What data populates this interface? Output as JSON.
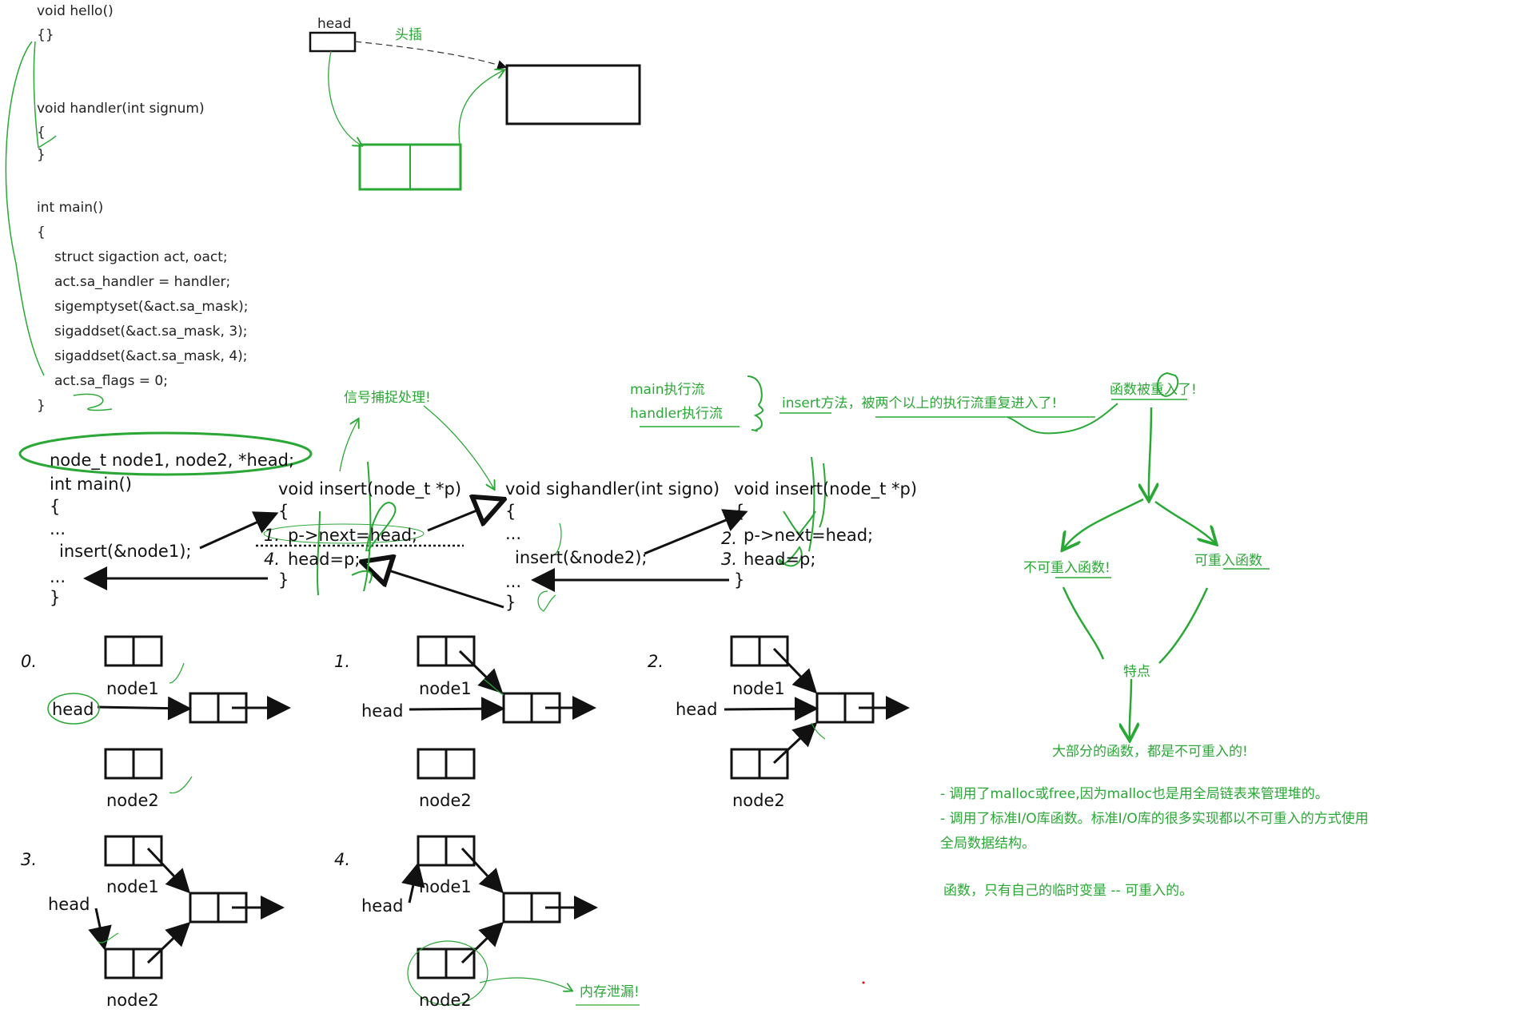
{
  "top_code": {
    "line1": "void hello()",
    "line2": "{}",
    "line3": "void handler(int signum)",
    "line4": "{",
    "line5": "}",
    "line6": "int main()",
    "line7": "{",
    "line8": "struct sigaction act, oact;",
    "line9": "act.sa_handler = handler;",
    "line10": "sigemptyset(&act.sa_mask);",
    "line11": "sigaddset(&act.sa_mask, 3);",
    "line12": "sigaddset(&act.sa_mask, 4);",
    "line13": "act.sa_flags = 0;",
    "line14": "}"
  },
  "head_diagram": {
    "head_label": "head",
    "insert_note": "头插"
  },
  "main_code": {
    "l1": "node_t node1, node2, *head;",
    "l2": "int main()",
    "l3": "{",
    "l4": "...",
    "l5": "insert(&node1);",
    "l6": "...",
    "l7": "}"
  },
  "insert_code_a": {
    "l1": "void insert(node_t *p)",
    "l2": "{",
    "l3_num": "1.",
    "l3": "p->next=head;",
    "l4_num": "4.",
    "l4": "head=p;",
    "l5": "}"
  },
  "handler_code": {
    "l1": "void sighandler(int signo)",
    "l2": "{",
    "l3": "...",
    "l4": "insert(&node2);",
    "l5": "...",
    "l6": "}"
  },
  "insert_code_b": {
    "l1": "void insert(node_t *p)",
    "l2": "{",
    "l3_num": "2.",
    "l3": "p->next=head;",
    "l4_num": "3.",
    "l4": "head=p;",
    "l5": "}"
  },
  "notes": {
    "signal_catch": "信号捕捉处理!",
    "main_flow": "main执行流",
    "handler_flow": "handler执行流",
    "reentry": "insert方法，被两个以上的执行流重复进入了!",
    "reentered": "函数被重入了!",
    "non_reentrant": "不可重入函数!",
    "reentrant": "可重入函数",
    "traits": "特点",
    "most": "大部分的函数，都是不可重入的!",
    "reason1": "- 调用了malloc或free,因为malloc也是用全局链表来管理堆的。",
    "reason2": "- 调用了标准I/O库函数。标准I/O库的很多实现都以不可重入的方式使用",
    "reason2b": "全局数据结构。",
    "local_vars": "函数，只有自己的临时变量 -- 可重入的。",
    "memory_leak": "内存泄漏!"
  },
  "steps": {
    "s0": "0.",
    "s1": "1.",
    "s2": "2.",
    "s3": "3.",
    "s4": "4.",
    "node1": "node1",
    "node2": "node2",
    "head": "head"
  }
}
